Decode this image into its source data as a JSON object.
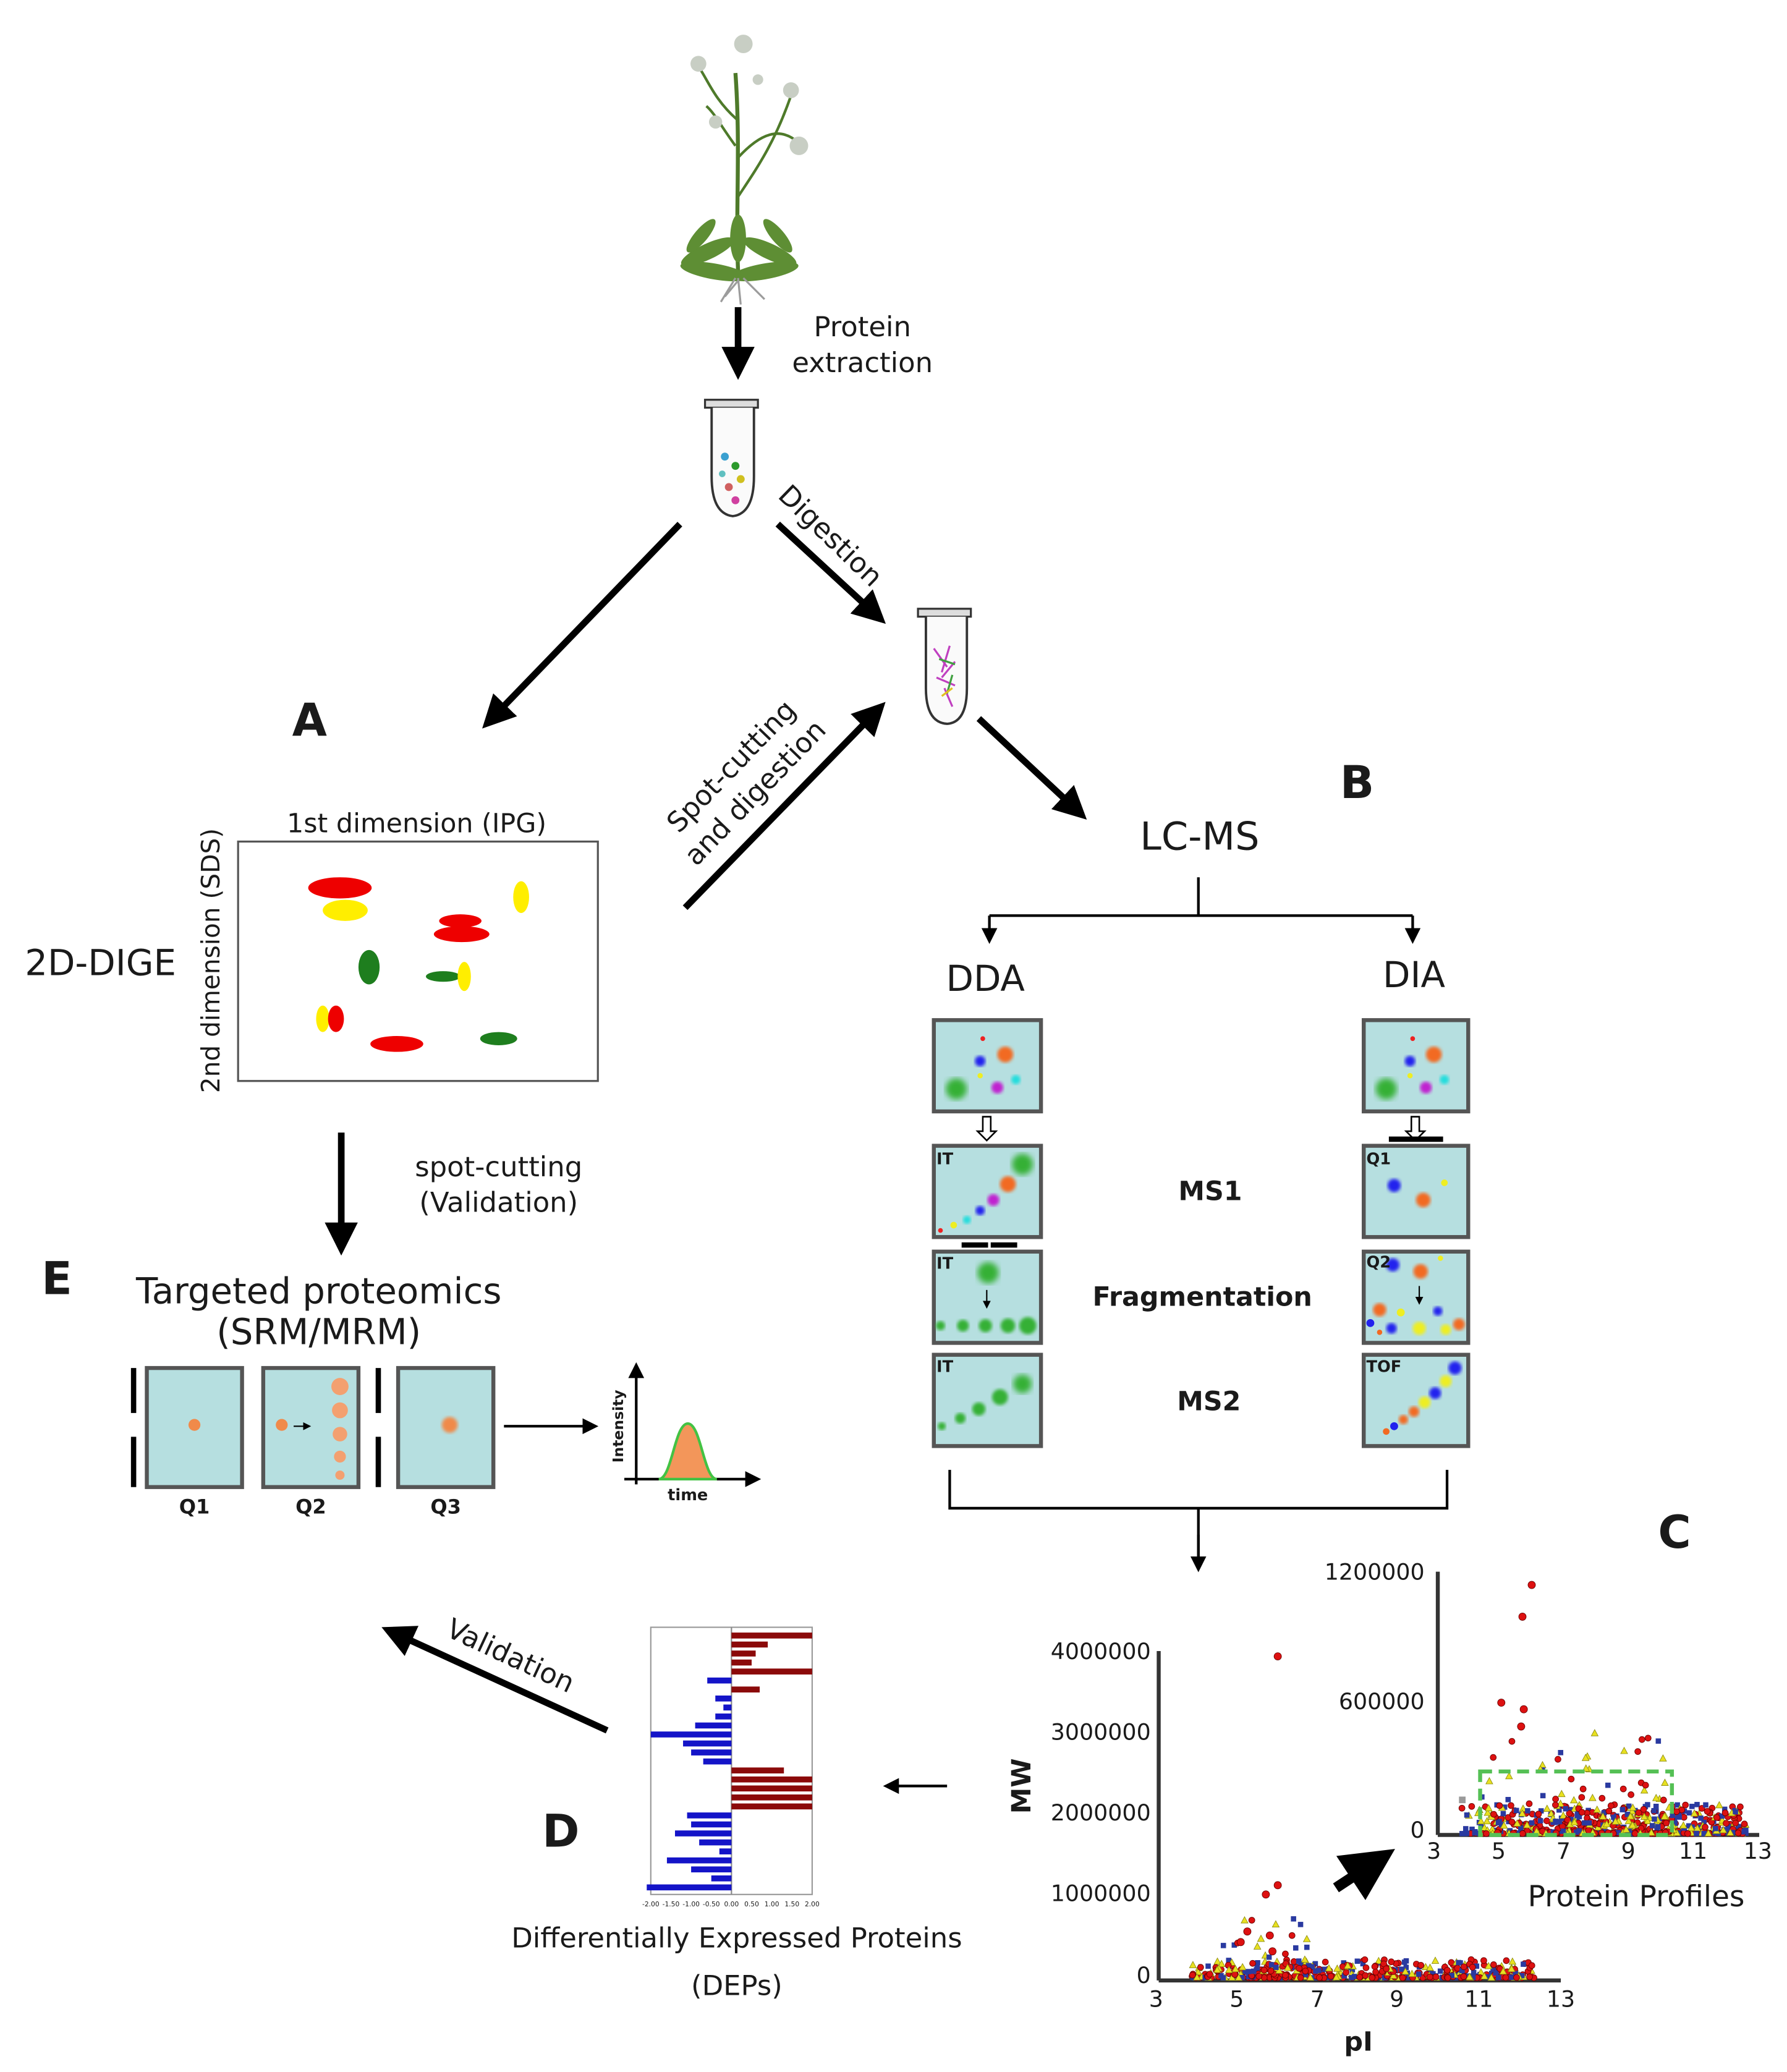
{
  "top": {
    "extraction_line1": "Protein",
    "extraction_line2": "extraction",
    "digestion": "Digestion"
  },
  "sections": {
    "a": "A",
    "b": "B",
    "c": "C",
    "d": "D",
    "e": "E"
  },
  "dige": {
    "label": "2D-DIGE",
    "dim1": "1st dimension (IPG)",
    "dim2": "2nd dimension (SDS)",
    "spot_cut_line1": "Spot-cutting",
    "spot_cut_line2": "and digestion",
    "validation_line1": "spot-cutting",
    "validation_line2": "(Validation)"
  },
  "lcms": {
    "title": "LC-MS",
    "dda": "DDA",
    "dia": "DIA",
    "rows": [
      "MS1",
      "Fragmentation",
      "MS2"
    ],
    "dda_tags": [
      "IT",
      "IT",
      "IT"
    ],
    "dia_tags": [
      "Q1",
      "Q2",
      "TOF"
    ]
  },
  "srm": {
    "title_line1": "Targeted proteomics",
    "title_line2": "(SRM/MRM)",
    "quads": [
      "Q1",
      "Q2",
      "Q3"
    ],
    "y_label": "Intensity",
    "x_label": "time"
  },
  "deps": {
    "label_line1": "Differentially Expressed Proteins",
    "label_line2": "(DEPs)",
    "validation": "Validation",
    "xticks": [
      "-2.00",
      "-1.50",
      "-1.00",
      "-0.50",
      "0.00",
      "0.50",
      "1.00",
      "1.50",
      "2.00"
    ],
    "values": [
      2.0,
      0.9,
      0.6,
      0.5,
      2.0,
      0.0,
      0.7,
      0.0,
      0.0,
      0.0,
      0.0,
      0.0,
      0.0,
      0.0,
      0.0,
      1.3,
      2.0,
      2.0,
      2.0,
      2.0,
      0.0,
      0.0,
      0.0,
      0.0,
      0.0,
      0.0,
      0.0,
      0.0,
      0.0
    ],
    "neg_values": [
      0.0,
      0.0,
      0.0,
      0.0,
      0.0,
      -0.6,
      0.0,
      -0.4,
      -0.2,
      -0.4,
      -0.9,
      -2.0,
      -1.2,
      -1.0,
      -0.7,
      0.0,
      0.0,
      0.0,
      0.0,
      0.0,
      -1.1,
      -1.0,
      -1.4,
      -0.8,
      -0.3,
      -1.6,
      -1.0,
      -0.5,
      -2.1
    ],
    "pos_color": "#8b0a0a",
    "neg_color": "#1414c8"
  },
  "profiles": {
    "title": "Protein Profiles",
    "main_xlabel": "pI",
    "main_ylabel": "MW",
    "main_yticks": [
      "0",
      "1000000",
      "2000000",
      "3000000",
      "4000000"
    ],
    "main_xticks": [
      "3",
      "5",
      "7",
      "9",
      "11",
      "13"
    ],
    "inset_yticks": [
      "0",
      "600000",
      "1200000"
    ],
    "inset_xticks": [
      "3",
      "5",
      "7",
      "9",
      "11",
      "13"
    ],
    "series_colors": {
      "red_circles": "#dd1111",
      "blue_squares": "#2a3aa0",
      "yellow_triangles": "#e8e020",
      "grey_squares": "#9a9a9a"
    }
  }
}
